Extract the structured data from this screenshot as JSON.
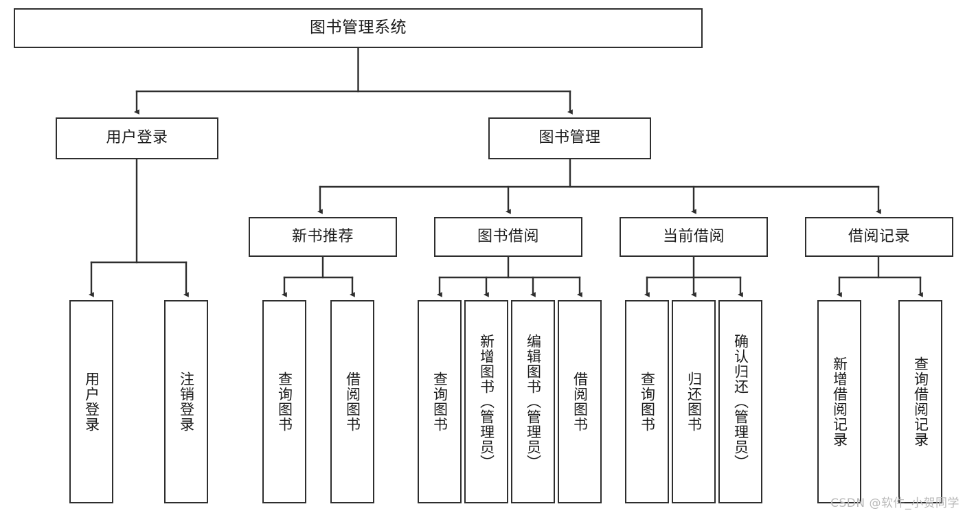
{
  "diagram": {
    "title": "图书管理系统",
    "type": "tree-hierarchy-diagram",
    "colors": {
      "box_border": "#2e2e2e",
      "box_fill": "#ffffff",
      "edge": "#2e2e2e",
      "text": "#1b1b1b",
      "watermark": "#b9b9b9"
    },
    "nodes": {
      "root": {
        "label": "图书管理系统"
      },
      "level2": [
        {
          "id": "user-login",
          "label": "用户登录"
        },
        {
          "id": "book-manage",
          "label": "图书管理"
        }
      ],
      "level3": [
        {
          "id": "new-book-recommend",
          "label": "新书推荐"
        },
        {
          "id": "book-borrow",
          "label": "图书借阅"
        },
        {
          "id": "current-borrow",
          "label": "当前借阅"
        },
        {
          "id": "borrow-record",
          "label": "借阅记录"
        }
      ],
      "leaves": {
        "user-login": [
          {
            "id": "leaf-user-login",
            "label": "用户登录"
          },
          {
            "id": "leaf-logout-login",
            "label": "注销登录"
          }
        ],
        "new-book-recommend": [
          {
            "id": "leaf-query-book-1",
            "label": "查询图书"
          },
          {
            "id": "leaf-borrow-book-1",
            "label": "借阅图书"
          }
        ],
        "book-borrow": [
          {
            "id": "leaf-query-book-2",
            "label": "查询图书"
          },
          {
            "id": "leaf-add-book",
            "label": "新增图书（管理员）"
          },
          {
            "id": "leaf-edit-book",
            "label": "编辑图书（管理员）"
          },
          {
            "id": "leaf-borrow-book-2",
            "label": "借阅图书"
          }
        ],
        "current-borrow": [
          {
            "id": "leaf-query-book-3",
            "label": "查询图书"
          },
          {
            "id": "leaf-return-book",
            "label": "归还图书"
          },
          {
            "id": "leaf-confirm-return",
            "label": "确认归还（管理员）"
          }
        ],
        "borrow-record": [
          {
            "id": "leaf-add-record",
            "label": "新增借阅记录"
          },
          {
            "id": "leaf-query-record",
            "label": "查询借阅记录"
          }
        ]
      }
    },
    "watermark": "CSDN @软件_小贺同学"
  }
}
